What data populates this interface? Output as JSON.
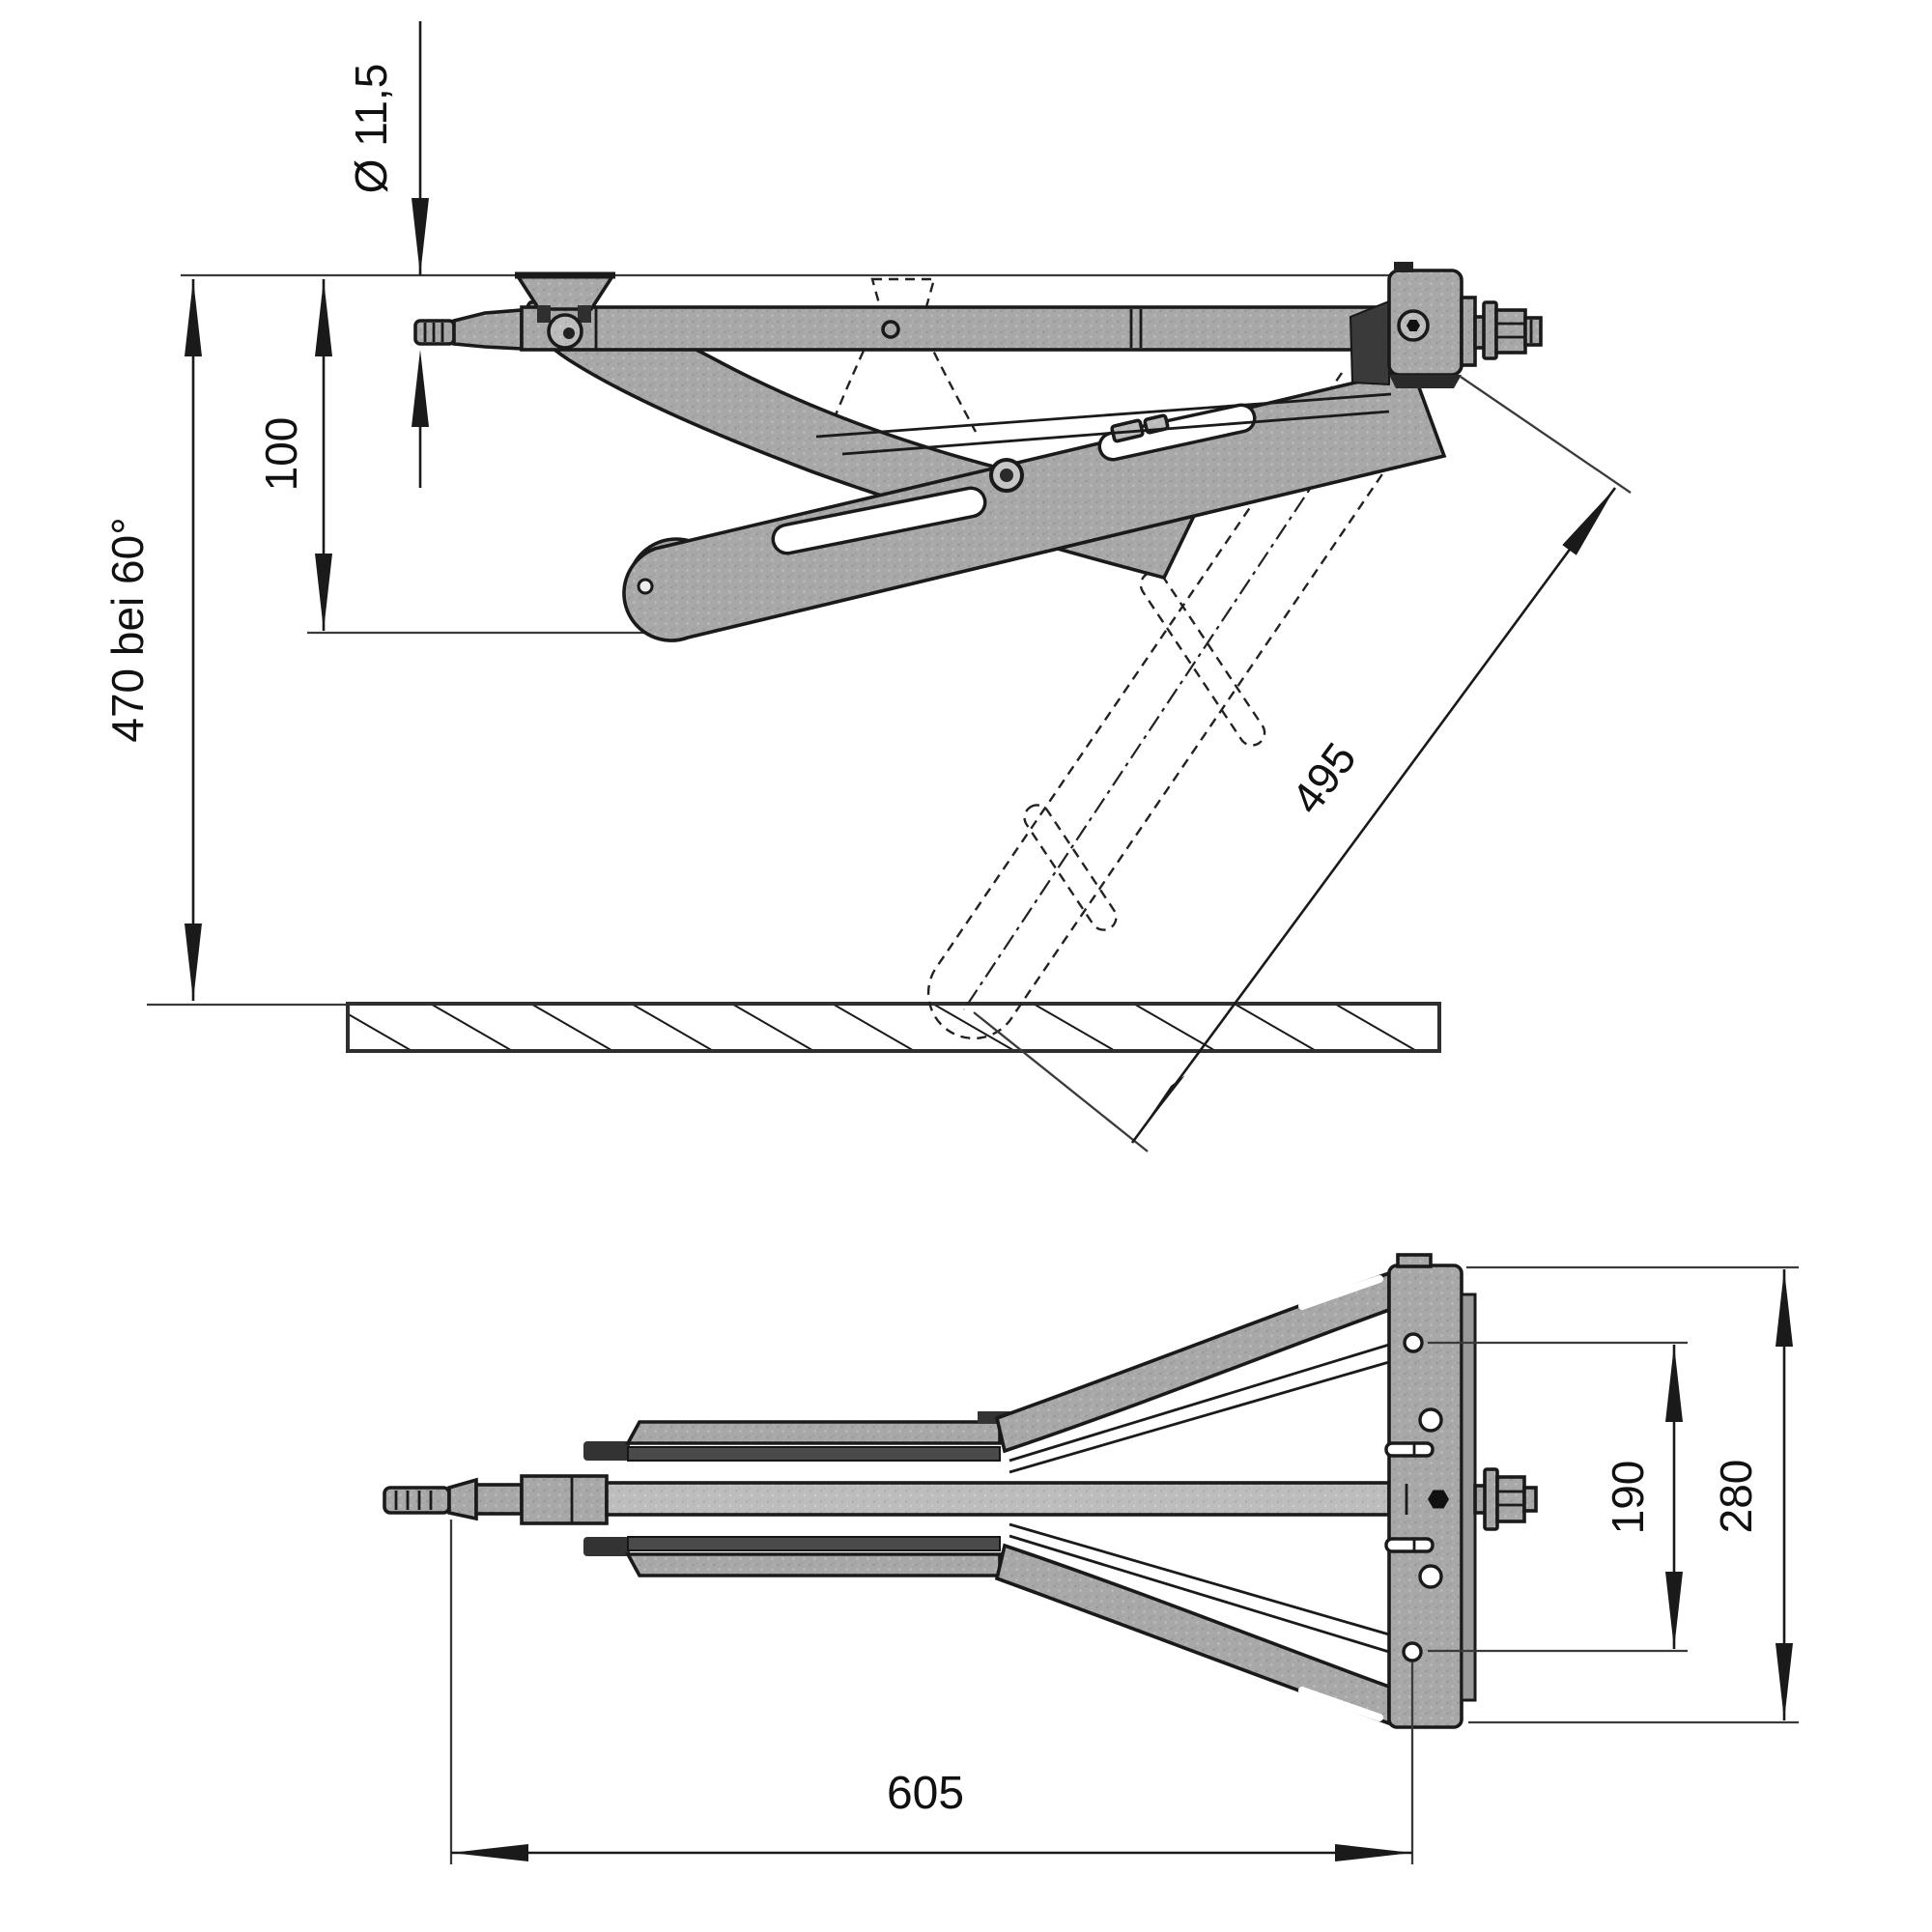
{
  "page": {
    "background": "#ffffff",
    "line_color": "#1a1a1a",
    "metal_color": "#a8a8a8",
    "metal_light_color": "#bdbdbd",
    "dark_detail_color": "#3a3a3a"
  },
  "diagram": {
    "type": "technical-drawing",
    "subject": "scissor corner-steady jack, side view with extended position (dashed) and plan view",
    "dimensions": {
      "spindle_diameter": {
        "label": "Ø 11,5",
        "value": 11.5
      },
      "retracted_height": {
        "label": "100",
        "value": 100
      },
      "extended_height_at_60deg": {
        "label": "470 bei 60°",
        "value": 470
      },
      "arm_length": {
        "label": "495",
        "value": 495
      },
      "hole_spacing": {
        "label": "190",
        "value": 190
      },
      "bracket_height": {
        "label": "280",
        "value": 280
      },
      "overall_length": {
        "label": "605",
        "value": 605
      }
    }
  }
}
